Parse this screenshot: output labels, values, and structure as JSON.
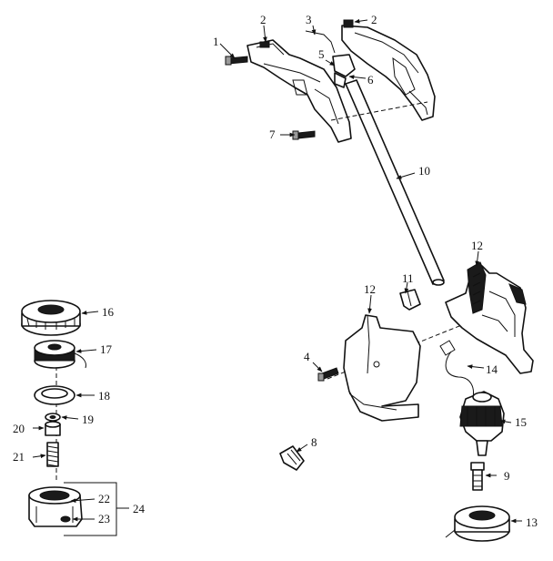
{
  "callouts": {
    "c1": "1",
    "c2a": "2",
    "c2b": "2",
    "c3": "3",
    "c4": "4",
    "c5": "5",
    "c6": "6",
    "c7": "7",
    "c8": "8",
    "c9": "9",
    "c10": "10",
    "c11": "11",
    "c12a": "12",
    "c12b": "12",
    "c13": "13",
    "c14": "14",
    "c15": "15",
    "c16": "16",
    "c17": "17",
    "c18": "18",
    "c19": "19",
    "c20": "20",
    "c21": "21",
    "c22": "22",
    "c23": "23",
    "c24": "24"
  }
}
